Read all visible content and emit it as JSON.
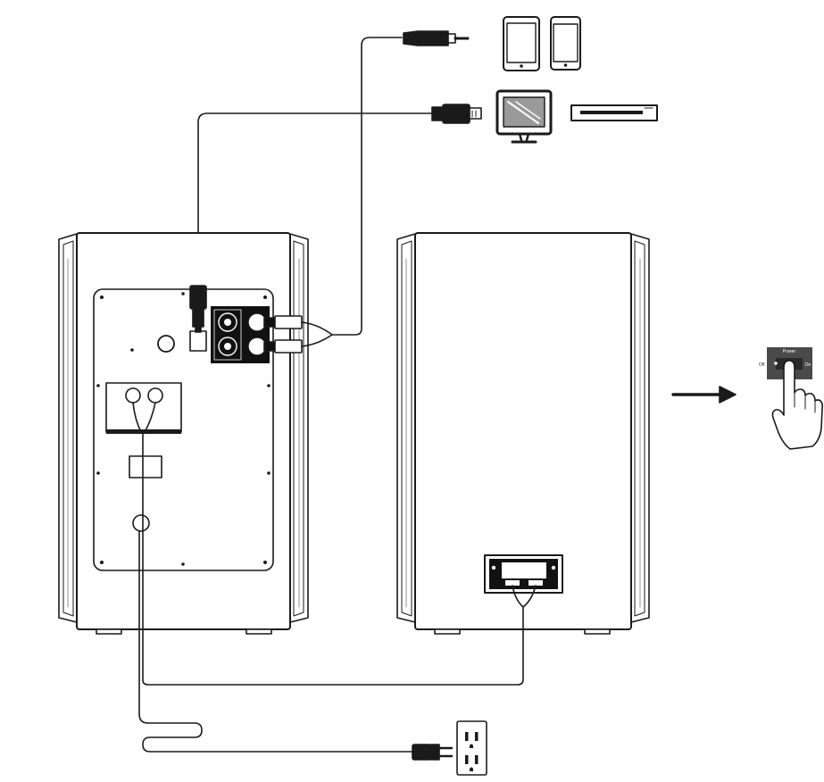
{
  "diagram": {
    "type": "connection-diagram",
    "colors": {
      "line": "#1a1a1a",
      "panel": "#ffffff",
      "dark": "#111111",
      "switch_panel": "#4a4a4a"
    },
    "power_switch": {
      "title": "Power",
      "off_label": "Off",
      "on_label": "On"
    },
    "icons": [
      "tablet-icon",
      "phone-icon",
      "computer-monitor-icon",
      "optical-disc-player-icon",
      "wall-outlet-icon",
      "hand-pointer-icon",
      "arrow-right-icon"
    ]
  }
}
